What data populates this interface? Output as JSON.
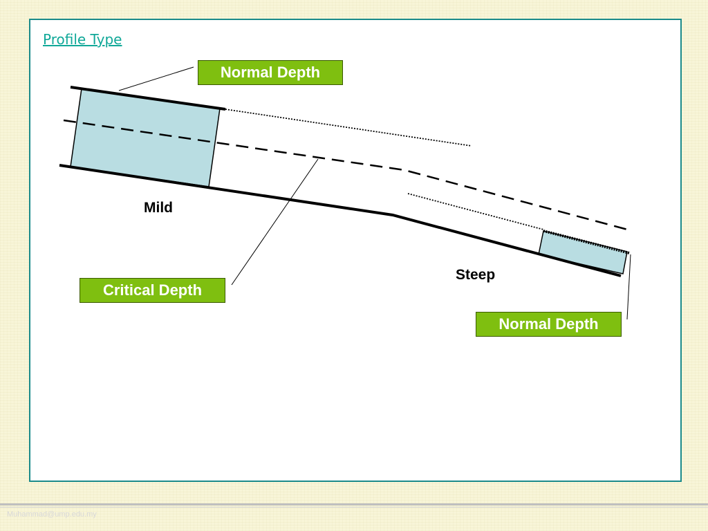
{
  "title": "Profile Type",
  "labels": {
    "normal_depth_top": "Normal Depth",
    "critical_depth": "Critical Depth",
    "normal_depth_bottom": "Normal Depth"
  },
  "slopes": {
    "mild": "Mild",
    "steep": "Steep"
  },
  "footer": "Muhammad@ump.edu.my",
  "colors": {
    "frame": "#1a8a8a",
    "title": "#10a898",
    "label_fill": "#7fbf10",
    "water_fill": "#b9dde2"
  }
}
